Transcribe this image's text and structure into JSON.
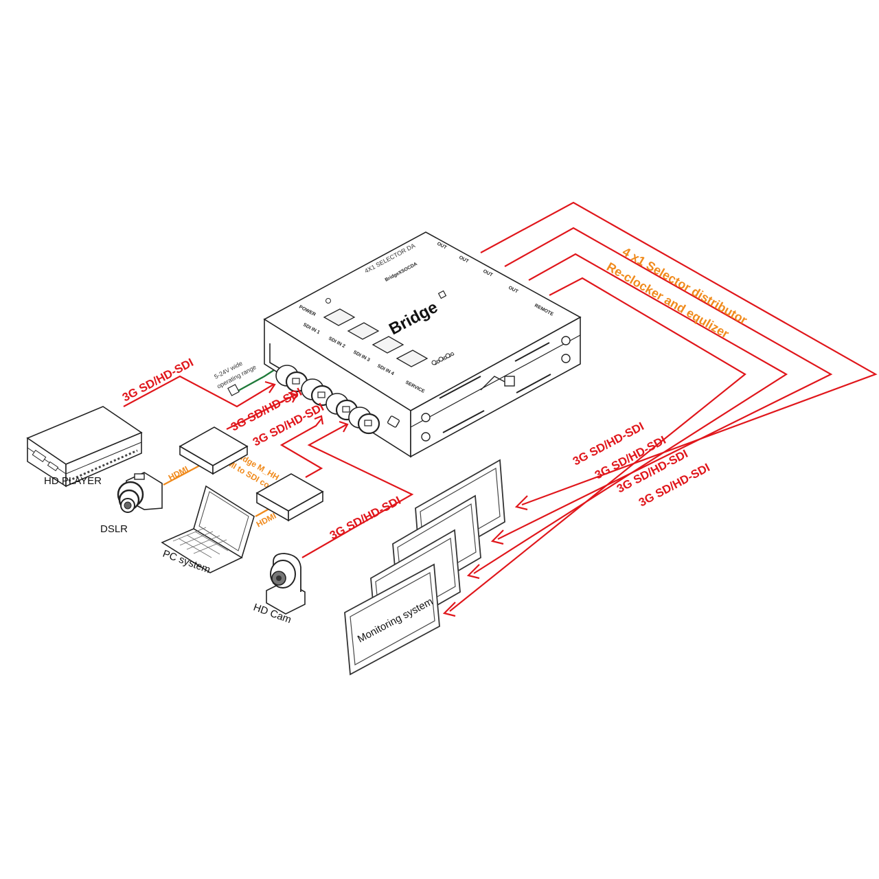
{
  "device": {
    "brand": "Bridge",
    "model_title": "4X1 SELECTOR DA",
    "model_sub": "BridgeXSOCDA",
    "power_label": "POWER",
    "inputs": [
      "SDI IN 1",
      "SDI IN 2",
      "SDI IN 3",
      "SDI IN 4"
    ],
    "outputs": [
      "OUT",
      "OUT",
      "OUT",
      "OUT"
    ],
    "remote_label": "REMOTE",
    "service_label": "SERVICE",
    "format_leds": "SD HD 3G"
  },
  "power_note": "5-24V wide operating range",
  "title_lines": [
    "4 x1 Selector distributor",
    "Re-clocker and equlizer"
  ],
  "signal_label": "3G SD/HD-SDI",
  "hdmi_label": "HDMI",
  "converter_label_lines": [
    "Bridge M_HH",
    "HDMI to SDI convertor"
  ],
  "sources": {
    "hd_player": "HD PLAYER",
    "dslr": "DSLR",
    "pc": "PC system",
    "hd_cam": "HD Cam"
  },
  "monitoring_label": "Monitoring system",
  "colors": {
    "signal": "#e0161b",
    "hdmi": "#f08a1c",
    "power": "#1f7a3a"
  }
}
